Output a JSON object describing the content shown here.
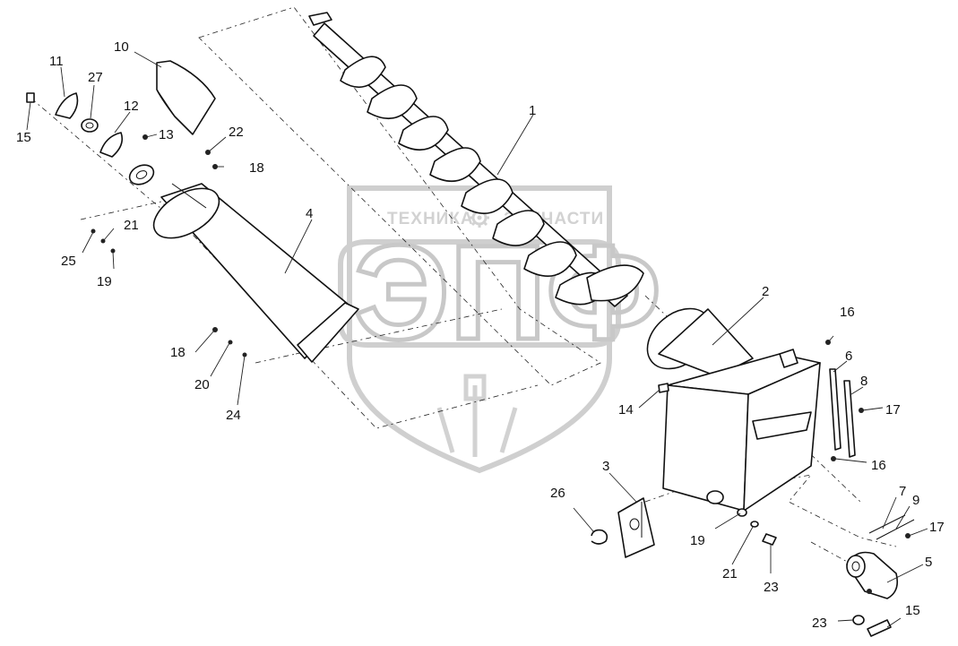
{
  "watermark": {
    "brand_left": "ТЕХНИКА",
    "brand_right": "ЗАПЧАСТИ",
    "logo": "ЭПФ",
    "gear_icon": "gear-icon"
  },
  "labels": [
    {
      "id": "l1",
      "text": "1"
    },
    {
      "id": "l2",
      "text": "2"
    },
    {
      "id": "l3",
      "text": "3"
    },
    {
      "id": "l4",
      "text": "4"
    },
    {
      "id": "l5",
      "text": "5"
    },
    {
      "id": "l6",
      "text": "6"
    },
    {
      "id": "l7",
      "text": "7"
    },
    {
      "id": "l8",
      "text": "8"
    },
    {
      "id": "l9",
      "text": "9"
    },
    {
      "id": "l10",
      "text": "10"
    },
    {
      "id": "l11",
      "text": "11"
    },
    {
      "id": "l12",
      "text": "12"
    },
    {
      "id": "l13",
      "text": "13"
    },
    {
      "id": "l14",
      "text": "14"
    },
    {
      "id": "l15a",
      "text": "15"
    },
    {
      "id": "l15b",
      "text": "15"
    },
    {
      "id": "l16a",
      "text": "16"
    },
    {
      "id": "l16b",
      "text": "16"
    },
    {
      "id": "l17a",
      "text": "17"
    },
    {
      "id": "l17b",
      "text": "17"
    },
    {
      "id": "l18a",
      "text": "18"
    },
    {
      "id": "l18b",
      "text": "18"
    },
    {
      "id": "l19a",
      "text": "19"
    },
    {
      "id": "l19b",
      "text": "19"
    },
    {
      "id": "l20",
      "text": "20"
    },
    {
      "id": "l21a",
      "text": "21"
    },
    {
      "id": "l21b",
      "text": "21"
    },
    {
      "id": "l22",
      "text": "22"
    },
    {
      "id": "l23a",
      "text": "23"
    },
    {
      "id": "l23b",
      "text": "23"
    },
    {
      "id": "l24",
      "text": "24"
    },
    {
      "id": "l25",
      "text": "25"
    },
    {
      "id": "l26",
      "text": "26"
    },
    {
      "id": "l27",
      "text": "27"
    }
  ]
}
